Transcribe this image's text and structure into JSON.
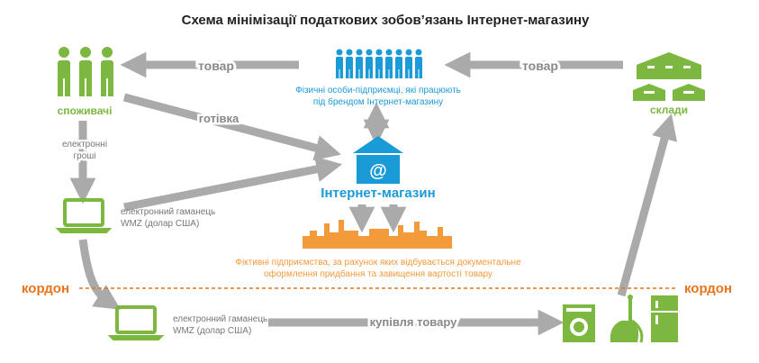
{
  "title": "Схема мінімізації податкових зобов’язань Інтернет-магазину",
  "nodes": {
    "consumers": "споживачі",
    "individuals_line1": "Фізичні особи-підприємці, які працюють",
    "individuals_line2": "під брендом Інтернет-магазину",
    "warehouses": "склади",
    "shop": "Інтернет-магазин",
    "shop_icon": "@",
    "fictitious_line1": "Фіктивні підприємства, за рахунок яких відбувається документальне",
    "fictitious_line2": "оформлення придбання та завищення вартості товару",
    "wallet1_line1": "електронний гаманець",
    "wallet1_line2": "WMZ (долар США)",
    "wallet2_line1": "електронний гаманець",
    "wallet2_line2": "WMZ (долар США)"
  },
  "edges": {
    "goods_left": "товар",
    "goods_right": "товар",
    "cash": "готівка",
    "emoney_line1": "електронні",
    "emoney_line2": "гроші",
    "purchase": "купівля товару"
  },
  "border": {
    "left": "кордон",
    "right": "кордон"
  },
  "colors": {
    "green": "#7cb73f",
    "blue": "#1a9ad7",
    "orange": "#f39a3b",
    "border_orange": "#e8741e",
    "gray": "#aaaaaa",
    "text": "#222222",
    "dark_gray_text": "#777777"
  }
}
